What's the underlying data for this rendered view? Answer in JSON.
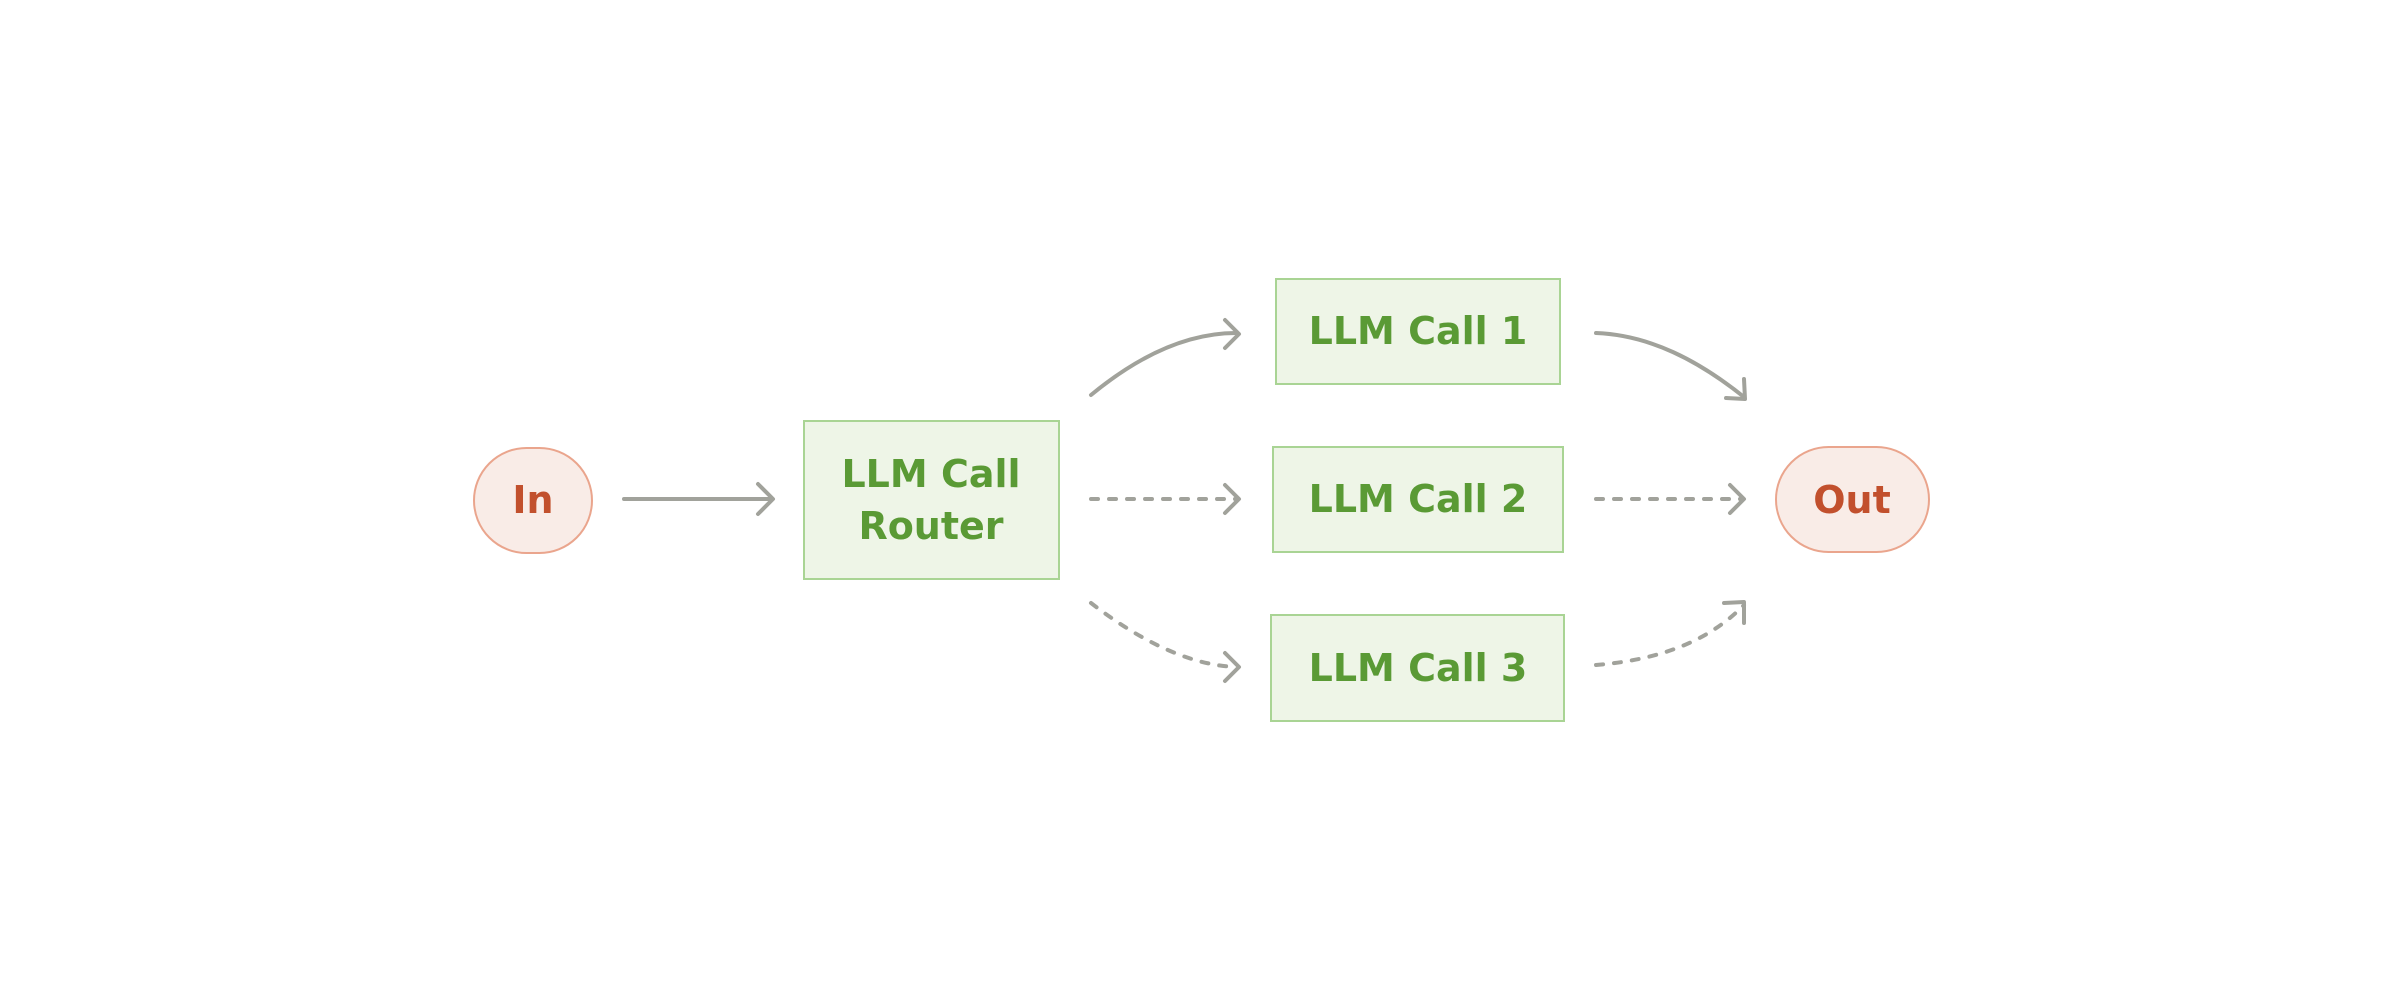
{
  "colors": {
    "terminal_fill": "#F9ECE7",
    "terminal_stroke": "#EAA58D",
    "terminal_text": "#C2502D",
    "llm_fill": "#EEF5E7",
    "llm_stroke": "#A9D494",
    "llm_text": "#5A9A35",
    "edge": "#A1A29B"
  },
  "nodes": {
    "input": {
      "label": "In"
    },
    "router": {
      "line1": "LLM Call",
      "line2": "Router"
    },
    "call1": {
      "label": "LLM Call 1"
    },
    "call2": {
      "label": "LLM Call 2"
    },
    "call3": {
      "label": "LLM Call 3"
    },
    "output": {
      "label": "Out"
    }
  },
  "edges": [
    {
      "from": "input",
      "to": "router",
      "style": "solid"
    },
    {
      "from": "router",
      "to": "call1",
      "style": "solid"
    },
    {
      "from": "router",
      "to": "call2",
      "style": "dashed"
    },
    {
      "from": "router",
      "to": "call3",
      "style": "dashed"
    },
    {
      "from": "call1",
      "to": "output",
      "style": "solid"
    },
    {
      "from": "call2",
      "to": "output",
      "style": "dashed"
    },
    {
      "from": "call3",
      "to": "output",
      "style": "dashed"
    }
  ]
}
